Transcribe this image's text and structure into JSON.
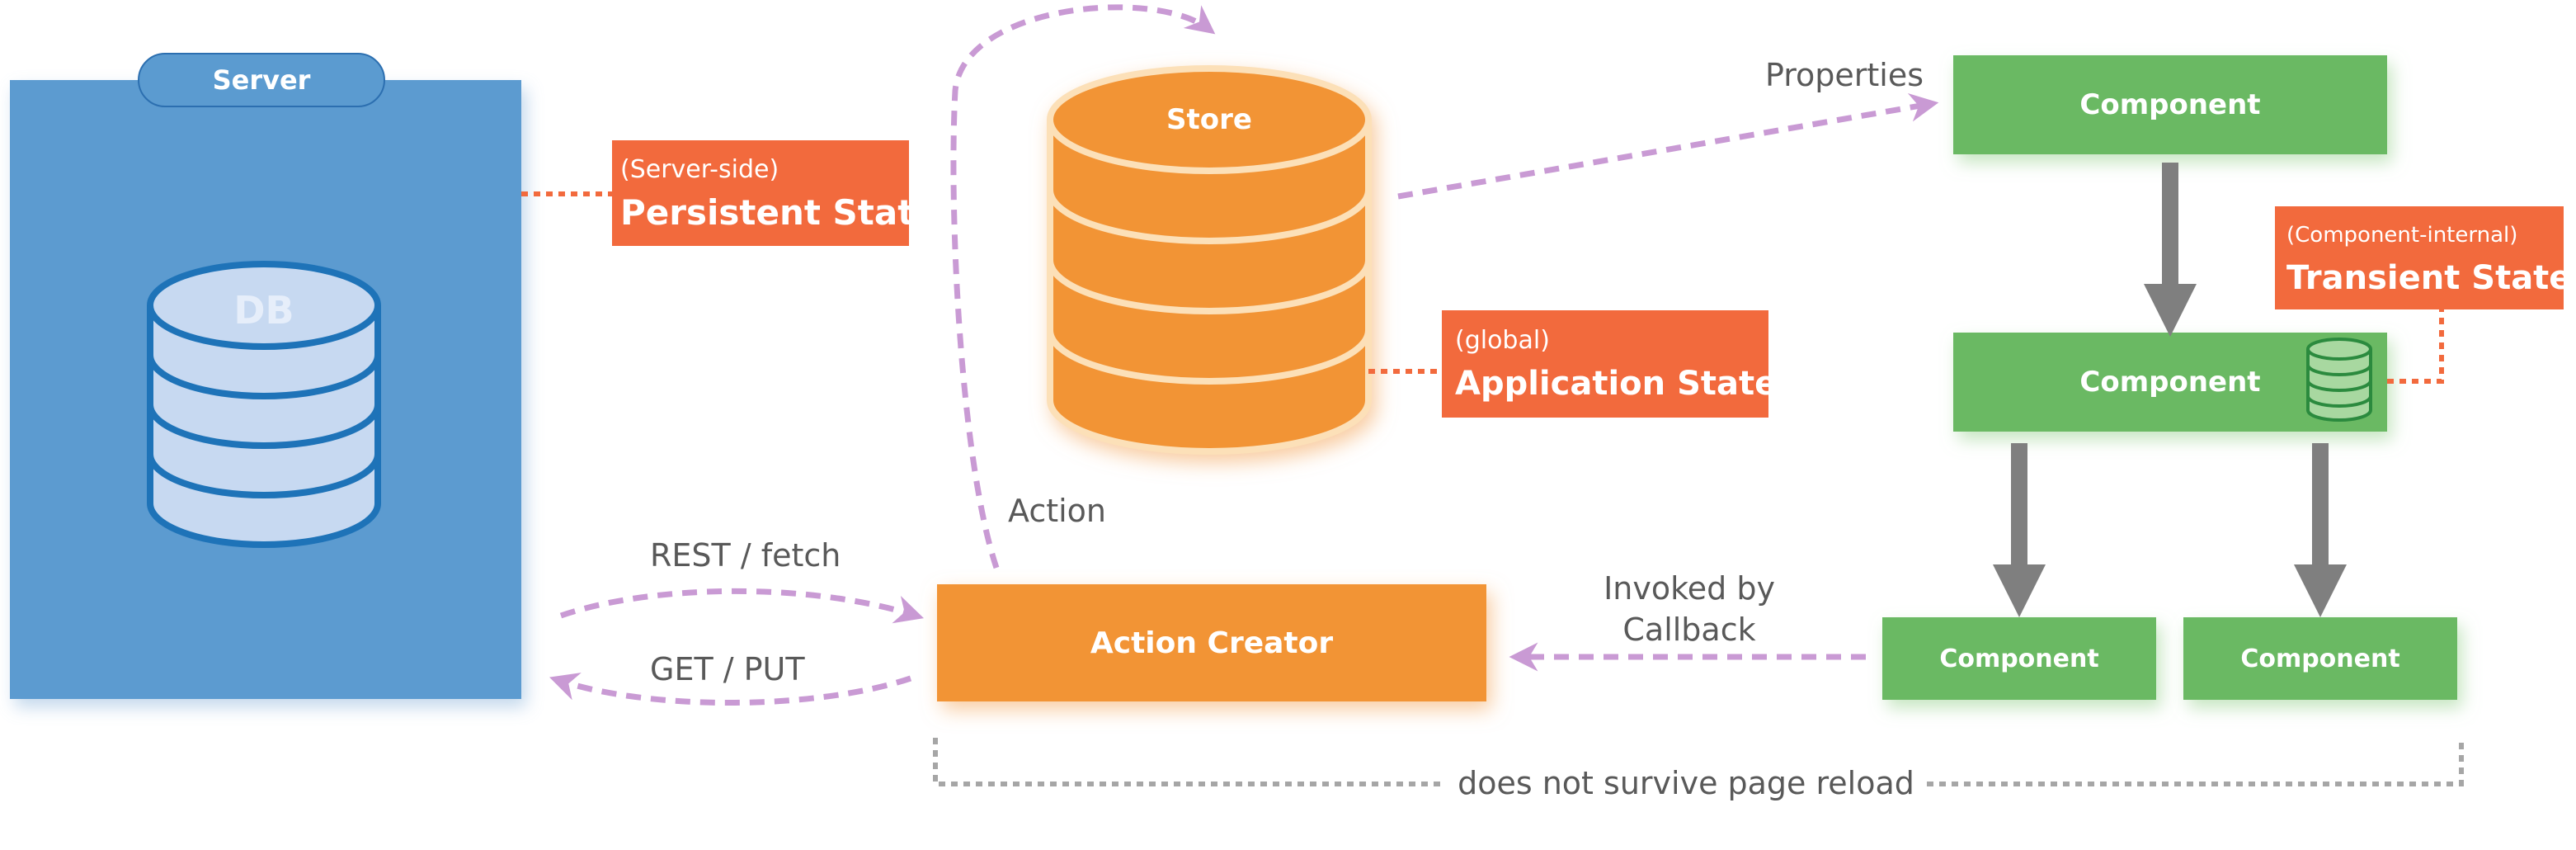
{
  "server": {
    "title": "Server",
    "db_label": "DB"
  },
  "store": {
    "title": "Store"
  },
  "persistent_state": {
    "qualifier": "(Server-side)",
    "label": "Persistent State"
  },
  "application_state": {
    "qualifier": "(global)",
    "label": "Application State"
  },
  "transient_state": {
    "qualifier": "(Component-internal)",
    "label": "Transient State"
  },
  "components": {
    "top": "Component",
    "middle": "Component",
    "bottom_left": "Component",
    "bottom_right": "Component"
  },
  "action_creator": {
    "label": "Action Creator"
  },
  "edges": {
    "properties": "Properties",
    "action": "Action",
    "rest_fetch": "REST / fetch",
    "get_put": "GET / PUT",
    "invoked_line1": "Invoked by",
    "invoked_line2": "Callback"
  },
  "footer": {
    "note": "does not survive page reload"
  },
  "colors": {
    "server_blue": "#5b9bd0",
    "db_fill": "#c7d9f1",
    "db_stroke": "#1e73b8",
    "store_orange": "#f29436",
    "state_red": "#f26a3d",
    "component_green": "#6ab964",
    "edge_purple": "#c99ad4",
    "arrow_gray": "#7f7f7f",
    "text_gray": "#595959"
  }
}
